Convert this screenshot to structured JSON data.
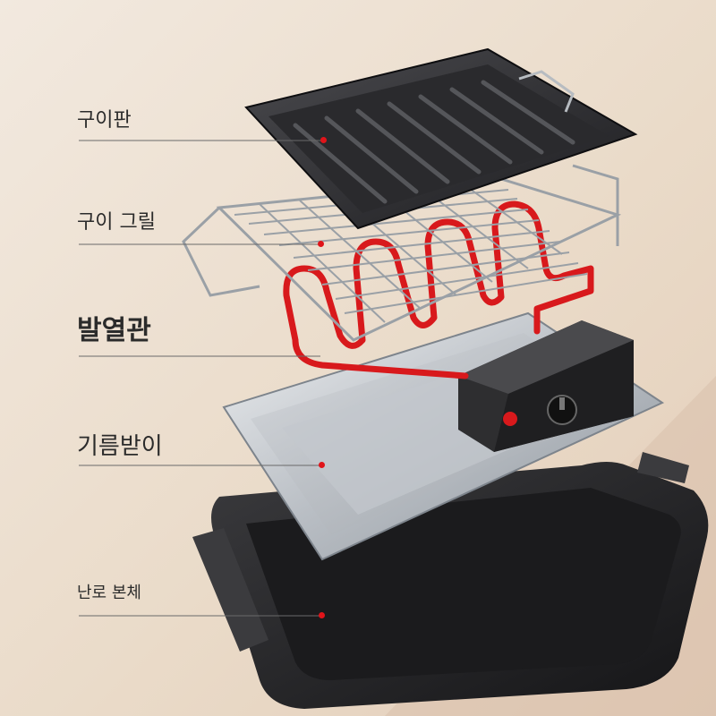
{
  "labels": {
    "grill_plate": "구이판",
    "grill_rack": "구이 그릴",
    "heating_element": "발열관",
    "drip_tray": "기름받이",
    "stove_body": "난로 본체"
  },
  "colors": {
    "marker": "#e0141a",
    "heating_coil": "#d8191c",
    "background_warm": "#eadfd3",
    "stainless": "#c9ccd0",
    "body_dark": "#2a2a2c"
  }
}
